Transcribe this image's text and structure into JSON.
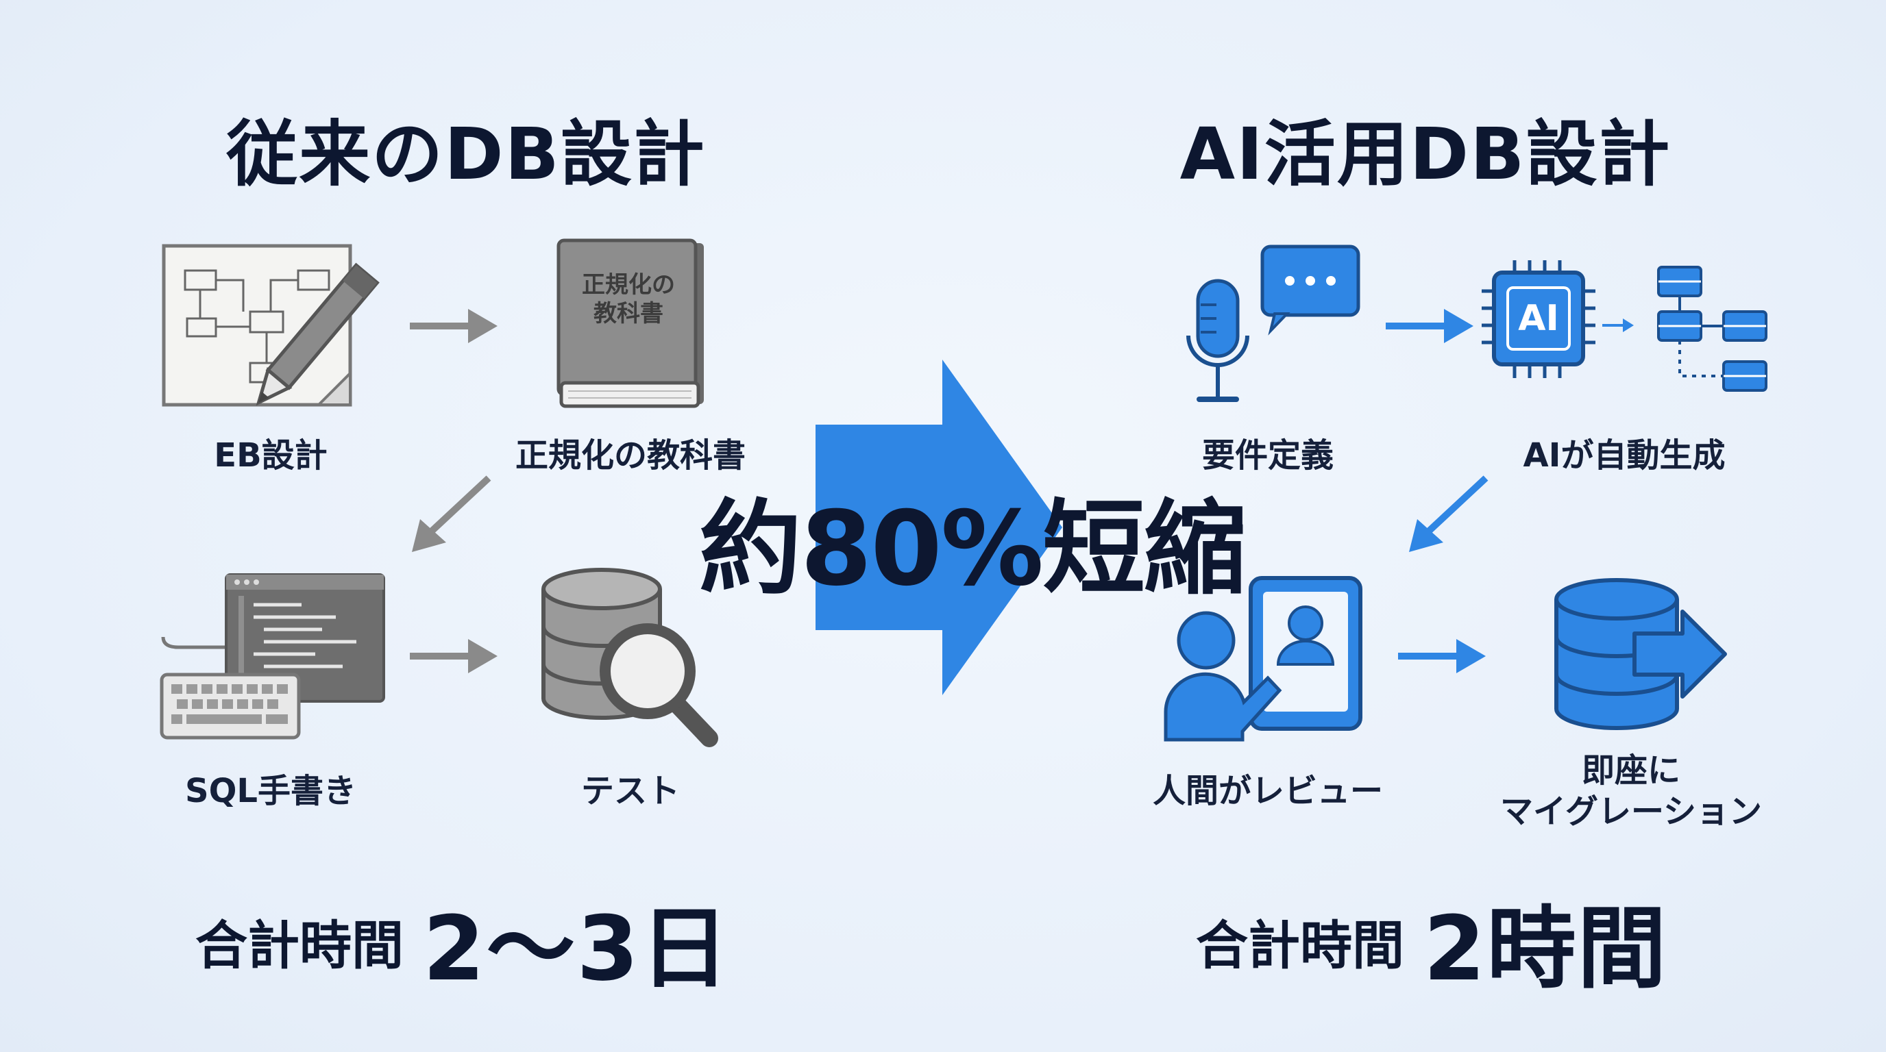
{
  "left": {
    "title": "従来のDB設計",
    "steps": [
      {
        "label": "EB設計",
        "icon": "er-diagram-pencil-icon"
      },
      {
        "label": "正規化の教科書",
        "icon": "textbook-icon",
        "book_title": "正規化の\n教科書"
      },
      {
        "label": "SQL手書き",
        "icon": "code-editor-keyboard-icon"
      },
      {
        "label": "テスト",
        "icon": "database-magnifier-icon"
      }
    ],
    "total_label": "合計時間",
    "total_value": "2〜3日"
  },
  "right": {
    "title": "AI活用DB設計",
    "steps": [
      {
        "label": "要件定義",
        "icon": "microphone-chat-icon"
      },
      {
        "label": "AIが自動生成",
        "icon": "ai-chip-schema-icon",
        "chip_text": "AI"
      },
      {
        "label": "人間がレビュー",
        "icon": "person-tablet-review-icon"
      },
      {
        "label": "即座に\nマイグレーション",
        "icon": "database-export-icon"
      }
    ],
    "total_label": "合計時間",
    "total_value": "2時間"
  },
  "center": {
    "text": "約80%短縮",
    "icon": "big-right-arrow-icon"
  },
  "colors": {
    "background": "#eaf1fa",
    "gray_icon": "#8a8a8a",
    "gray_dark": "#5f5f5f",
    "blue_accent": "#2f86e4",
    "blue_dark": "#1a4f8f",
    "text_dark": "#0d1730"
  }
}
